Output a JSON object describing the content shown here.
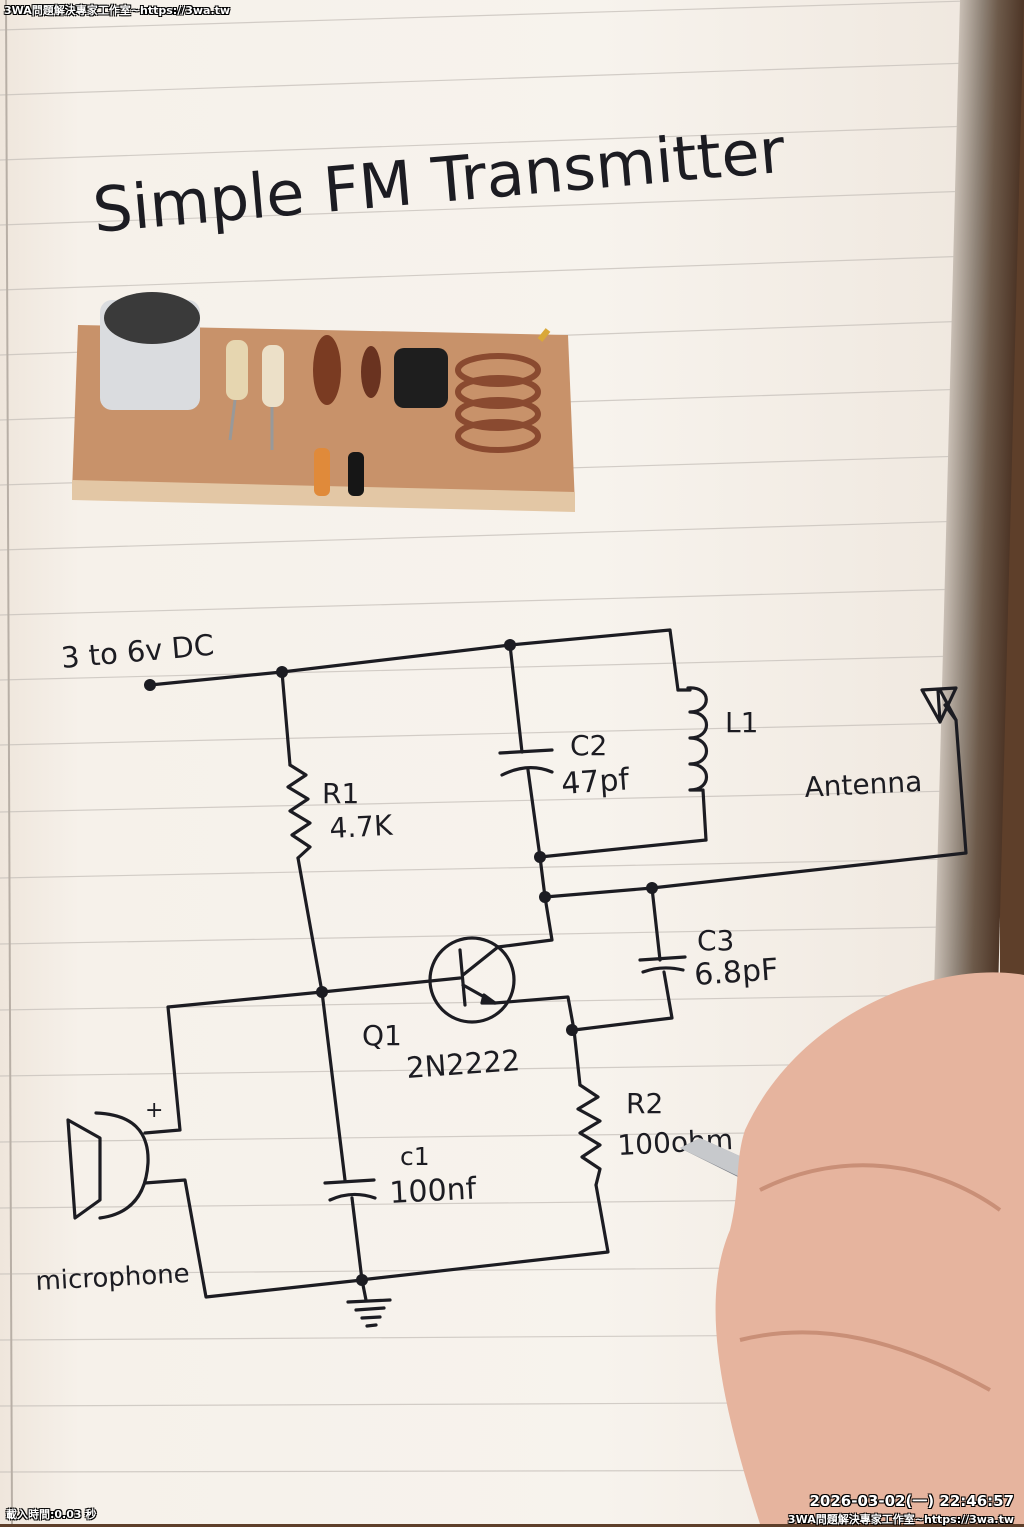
{
  "overlay": {
    "watermark_top": "3WA問題解決專家工作室~https://3wa.tw",
    "load_time": "載入時間:0.03 秒",
    "clock": "2026-03-02(一) 22:46:57",
    "watermark_bottom": "3WA問題解決專家工作室~https://3wa.tw"
  },
  "title": "Simple FM Transmitter",
  "circuit": {
    "supply_label": "3 to 6v DC",
    "components": {
      "r1": {
        "name": "R1",
        "value": "4.7K"
      },
      "r2": {
        "name": "R2",
        "value": "100ohm"
      },
      "c1": {
        "name": "c1",
        "value": "100nf"
      },
      "c2": {
        "name": "C2",
        "value": "47pf"
      },
      "c3": {
        "name": "C3",
        "value": "6.8pF"
      },
      "l1": {
        "name": "L1"
      },
      "q1": {
        "name": "Q1",
        "value": "2N2222"
      },
      "antenna": {
        "name": "Antenna"
      },
      "microphone": {
        "name": "microphone",
        "polarity": "+"
      }
    }
  },
  "colors": {
    "ink": "#1c1c22",
    "paper": "#f7f3ed",
    "board": "#c8926a",
    "copper": "#8a4a30"
  }
}
